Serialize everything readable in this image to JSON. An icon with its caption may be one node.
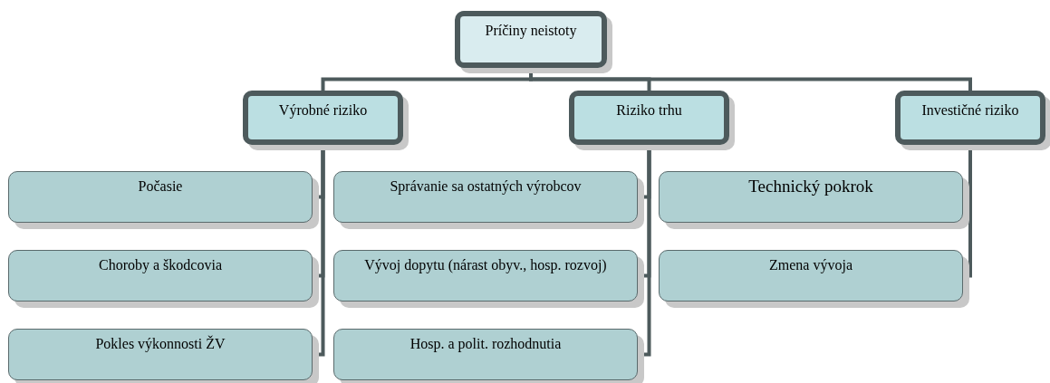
{
  "diagram": {
    "nodes": [
      {
        "text": [
          "Príčiny neistoty"
        ]
      },
      {
        "text": [
          "Výrobné riziko"
        ]
      },
      {
        "text": [
          "Riziko trhu"
        ]
      },
      {
        "text": [
          "Investičné riziko"
        ]
      },
      {
        "text": [
          "Počasie"
        ]
      },
      {
        "text": [
          "Choroby a škodcovia"
        ]
      },
      {
        "text": [
          "Pokles výkonnosti ŽV"
        ]
      },
      {
        "text": [
          "Správanie sa ostatných výrobcov"
        ]
      },
      {
        "text": [
          "Vývoj dopytu (nárast obyv., hosp. rozvoj)"
        ]
      },
      {
        "text": [
          "Hosp. a polit. rozhodnutia"
        ]
      },
      {
        "text": [
          "Technický pokrok"
        ]
      },
      {
        "text": [
          "Zmena vývoja"
        ]
      }
    ],
    "edges": [
      {
        "from": 0,
        "to": 1,
        "arrow": "none"
      },
      {
        "from": 0,
        "to": 2,
        "arrow": "none"
      },
      {
        "from": 0,
        "to": 3,
        "arrow": "none"
      },
      {
        "from": 1,
        "to": 4,
        "arrow": "none"
      },
      {
        "from": 1,
        "to": 5,
        "arrow": "none"
      },
      {
        "from": 1,
        "to": 6,
        "arrow": "none"
      },
      {
        "from": 2,
        "to": 7,
        "arrow": "none"
      },
      {
        "from": 2,
        "to": 8,
        "arrow": "none"
      },
      {
        "from": 2,
        "to": 9,
        "arrow": "none"
      },
      {
        "from": 3,
        "to": 10,
        "arrow": "none"
      },
      {
        "from": 3,
        "to": 11,
        "arrow": "none"
      }
    ]
  }
}
